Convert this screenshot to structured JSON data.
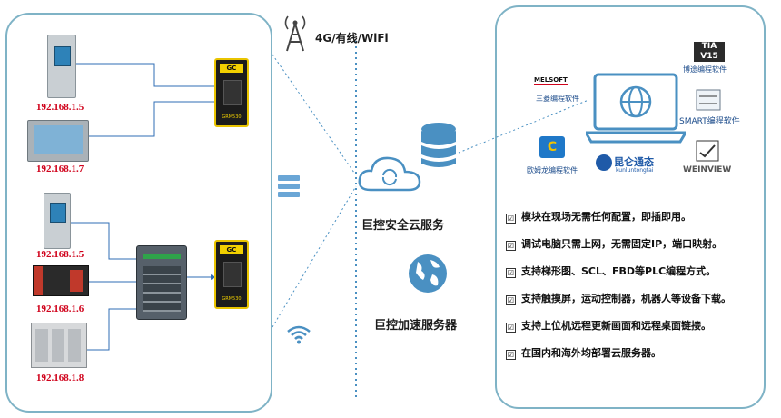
{
  "network": {
    "label": "4G/有线/WiFi"
  },
  "left_panel": {
    "ip_1": "192.168.1.5",
    "ip_2": "192.168.1.7",
    "ip_3": "192.168.1.5",
    "ip_4": "192.168.1.6",
    "ip_5": "192.168.1.8",
    "gateway_top": {
      "brand": "GC",
      "model": "GRM530"
    },
    "gateway_bottom": {
      "brand": "GC",
      "model": "GRM530"
    }
  },
  "center": {
    "cloud_service_label": "巨控安全云服务",
    "accel_server_label": "巨控加速服务器"
  },
  "right_panel": {
    "software": {
      "tia": "博途编程软件",
      "tia_logo": "TIA V15",
      "melsoft": "三菱编程软件",
      "melsoft_logo": "MELSOFT",
      "smart": "SMART编程软件",
      "omron": "欧姆龙编程软件",
      "kunlun": "昆仑通态",
      "kunlun_sub": "kunluntongtai",
      "weinview": "WEINVIEW"
    },
    "features": [
      "模块在现场无需任何配置，即插即用。",
      "调试电脑只需上网，无需固定IP，端口映射。",
      "支持梯形图、SCL、FBD等PLC编程方式。",
      "支持触摸屏，运动控制器，机器人等设备下载。",
      "支持上位机远程更新画面和远程桌面链接。",
      "在国内和海外均部署云服务器。"
    ],
    "check_symbol": "☑"
  },
  "colors": {
    "panel_border": "#7fb3c6",
    "ip_text": "#d0021b",
    "link_line": "#2f6db5",
    "gateway_accent": "#e9c400"
  }
}
